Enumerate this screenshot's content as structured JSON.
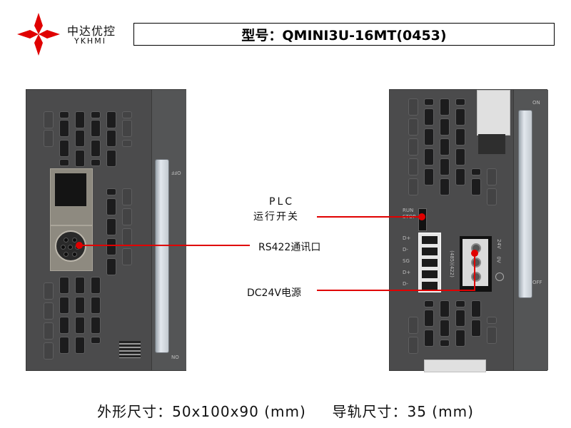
{
  "header": {
    "brand_cn": "中达优控",
    "brand_en": "YKHMI",
    "logo_icon": "red-four-point-star-icon",
    "title": "型号：QMINI3U-16MT(0453)"
  },
  "colors": {
    "accent": "#e00000",
    "device_body": "#4b4b4c",
    "text": "#111111"
  },
  "device_left": {
    "rail_top_label": "OFF",
    "rail_bottom_label": "ON"
  },
  "device_right": {
    "rail_top_label": "ON",
    "rail_bottom_label": "OFF",
    "switch_labels": [
      "RUN",
      "STOP"
    ],
    "terminal_labels": [
      "D+",
      "D-",
      "SG",
      "D+",
      "D-"
    ],
    "terminal_side_label": "(485)(422)",
    "power_labels": [
      "24V",
      "0V"
    ]
  },
  "annotations": {
    "plc_switch_line1": "PLC",
    "plc_switch_line2": "运行开关",
    "rs422": "RS422通讯口",
    "dc24v": "DC24V电源"
  },
  "footer": {
    "dimensions": "外形尺寸：50x100x90 (mm)",
    "rail": "导轨尺寸：35 (mm)"
  }
}
